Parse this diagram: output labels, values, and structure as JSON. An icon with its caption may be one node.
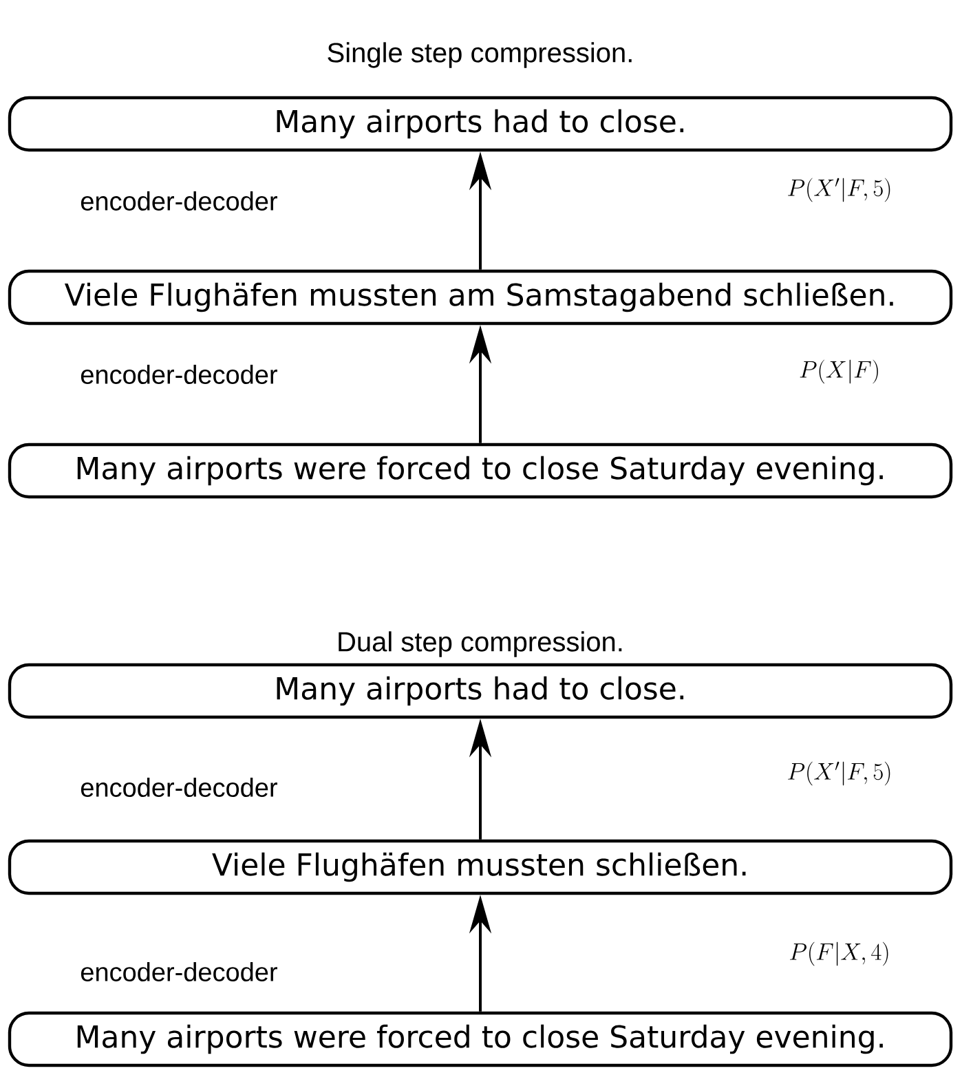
{
  "diagram": {
    "nodes": [
      {
        "text": [
          "Many airports had to close."
        ]
      },
      {
        "text": [
          "Viele Flughäfen mussten am Samstagabend schließen."
        ]
      },
      {
        "text": [
          "Many airports were forced to close Saturday evening."
        ]
      },
      {
        "text": [
          "Many airports had to close."
        ]
      },
      {
        "text": [
          "Viele Flughäfen mussten schließen."
        ]
      },
      {
        "text": [
          "Many airports were forced to close Saturday evening."
        ]
      }
    ],
    "edges": [
      {
        "from": 1,
        "to": 0,
        "arrow": "to"
      },
      {
        "from": 2,
        "to": 1,
        "arrow": "to"
      },
      {
        "from": 4,
        "to": 3,
        "arrow": "to"
      },
      {
        "from": 5,
        "to": 4,
        "arrow": "to"
      }
    ],
    "labels": [
      "Single step compression.",
      "P(X'|F,5)",
      "encoder-decoder",
      "encoder-decoder",
      "P(X|F)",
      "Dual step compression.",
      "P(X'|F,5)",
      "encoder-decoder",
      "P(F|X,4)",
      "encoder-decoder"
    ]
  }
}
